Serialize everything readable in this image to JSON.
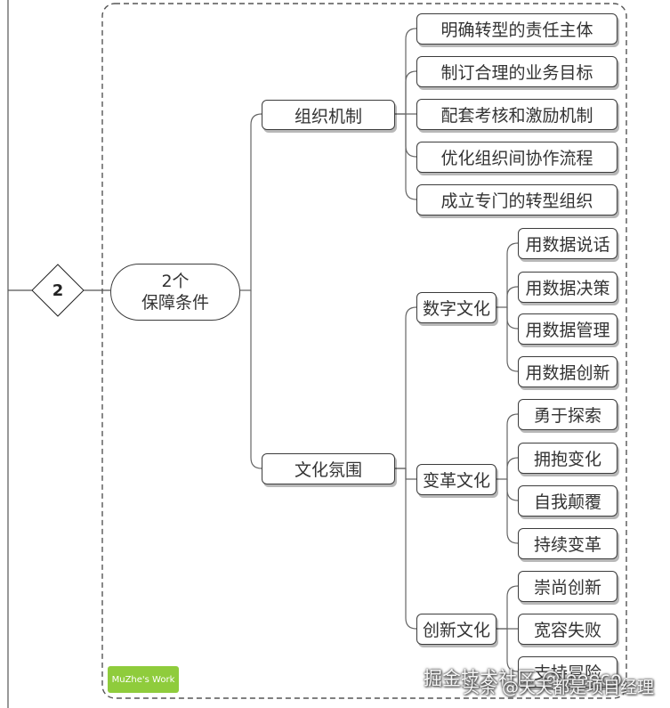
{
  "diagram": {
    "number_badge": "2",
    "root": {
      "line1": "2个",
      "line2": "保障条件"
    },
    "branches": [
      {
        "label": "组织机制",
        "children": [
          "明确转型的责任主体",
          "制订合理的业务目标",
          "配套考核和激励机制",
          "优化组织间协作流程",
          "成立专门的转型组织"
        ]
      },
      {
        "label": "文化氛围",
        "subbranches": [
          {
            "label": "数字文化",
            "children": [
              "用数据说话",
              "用数据决策",
              "用数据管理",
              "用数据创新"
            ]
          },
          {
            "label": "变革文化",
            "children": [
              "勇于探索",
              "拥抱变化",
              "自我颠覆",
              "持续变革"
            ]
          },
          {
            "label": "创新文化",
            "children": [
              "崇尚创新",
              "宽容失败",
              "支持冒险"
            ]
          }
        ]
      }
    ],
    "credit_badge": "MuZhe's Work"
  },
  "watermarks": {
    "line1": "掘金技术社区 @leeeco",
    "line2": "头条 @天天都是项目经理"
  },
  "colors": {
    "line": "#555555",
    "border": "#3c3c3c",
    "badge_green": "#8fcc3c"
  }
}
